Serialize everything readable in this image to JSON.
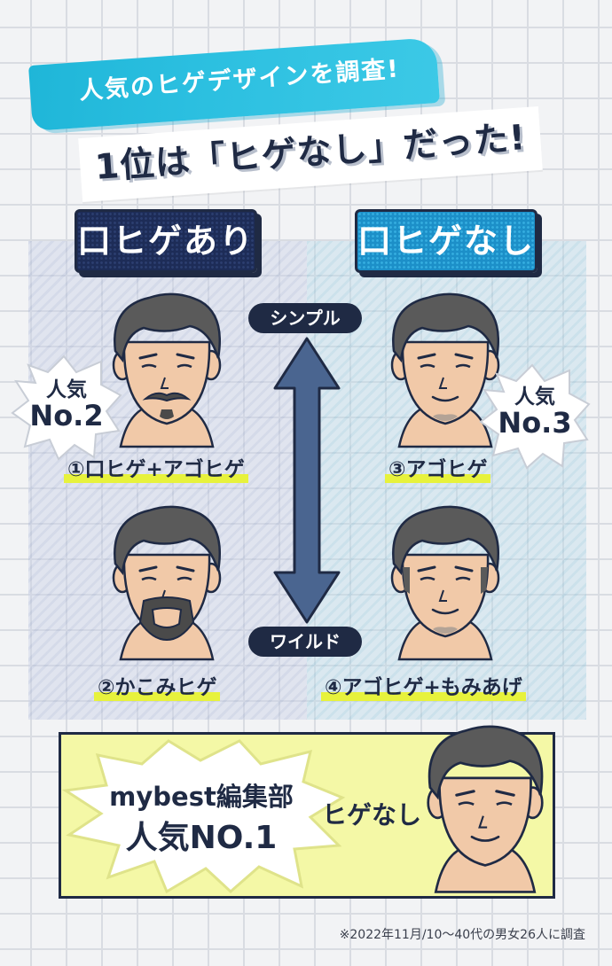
{
  "header": {
    "line1": "人気のヒゲデザインを調査!",
    "line2": "1位は「ヒゲなし」だった!"
  },
  "categories": {
    "left": "口ヒゲあり",
    "right": "口ヒゲなし"
  },
  "axis": {
    "top": "シンプル",
    "bottom": "ワイルド"
  },
  "styles": [
    {
      "caption": "①口ヒゲ+アゴヒゲ"
    },
    {
      "caption": "②かこみヒゲ"
    },
    {
      "caption": "③アゴヒゲ"
    },
    {
      "caption": "④アゴヒゲ+もみあげ"
    }
  ],
  "badges": {
    "left": {
      "line1": "人気",
      "line2": "No.2"
    },
    "right": {
      "line1": "人気",
      "line2": "No.3"
    }
  },
  "winner": {
    "line1": "mybest編集部",
    "line2": "人気NO.1",
    "label": "ヒゲなし"
  },
  "footnote": "※2022年11月/10〜40代の男女26人に調査",
  "colors": {
    "navy": "#1f2a44",
    "accent_blue": "#1c8fc8",
    "highlight_yellow": "#e7f23c",
    "box_yellow": "#f4f8a6"
  }
}
